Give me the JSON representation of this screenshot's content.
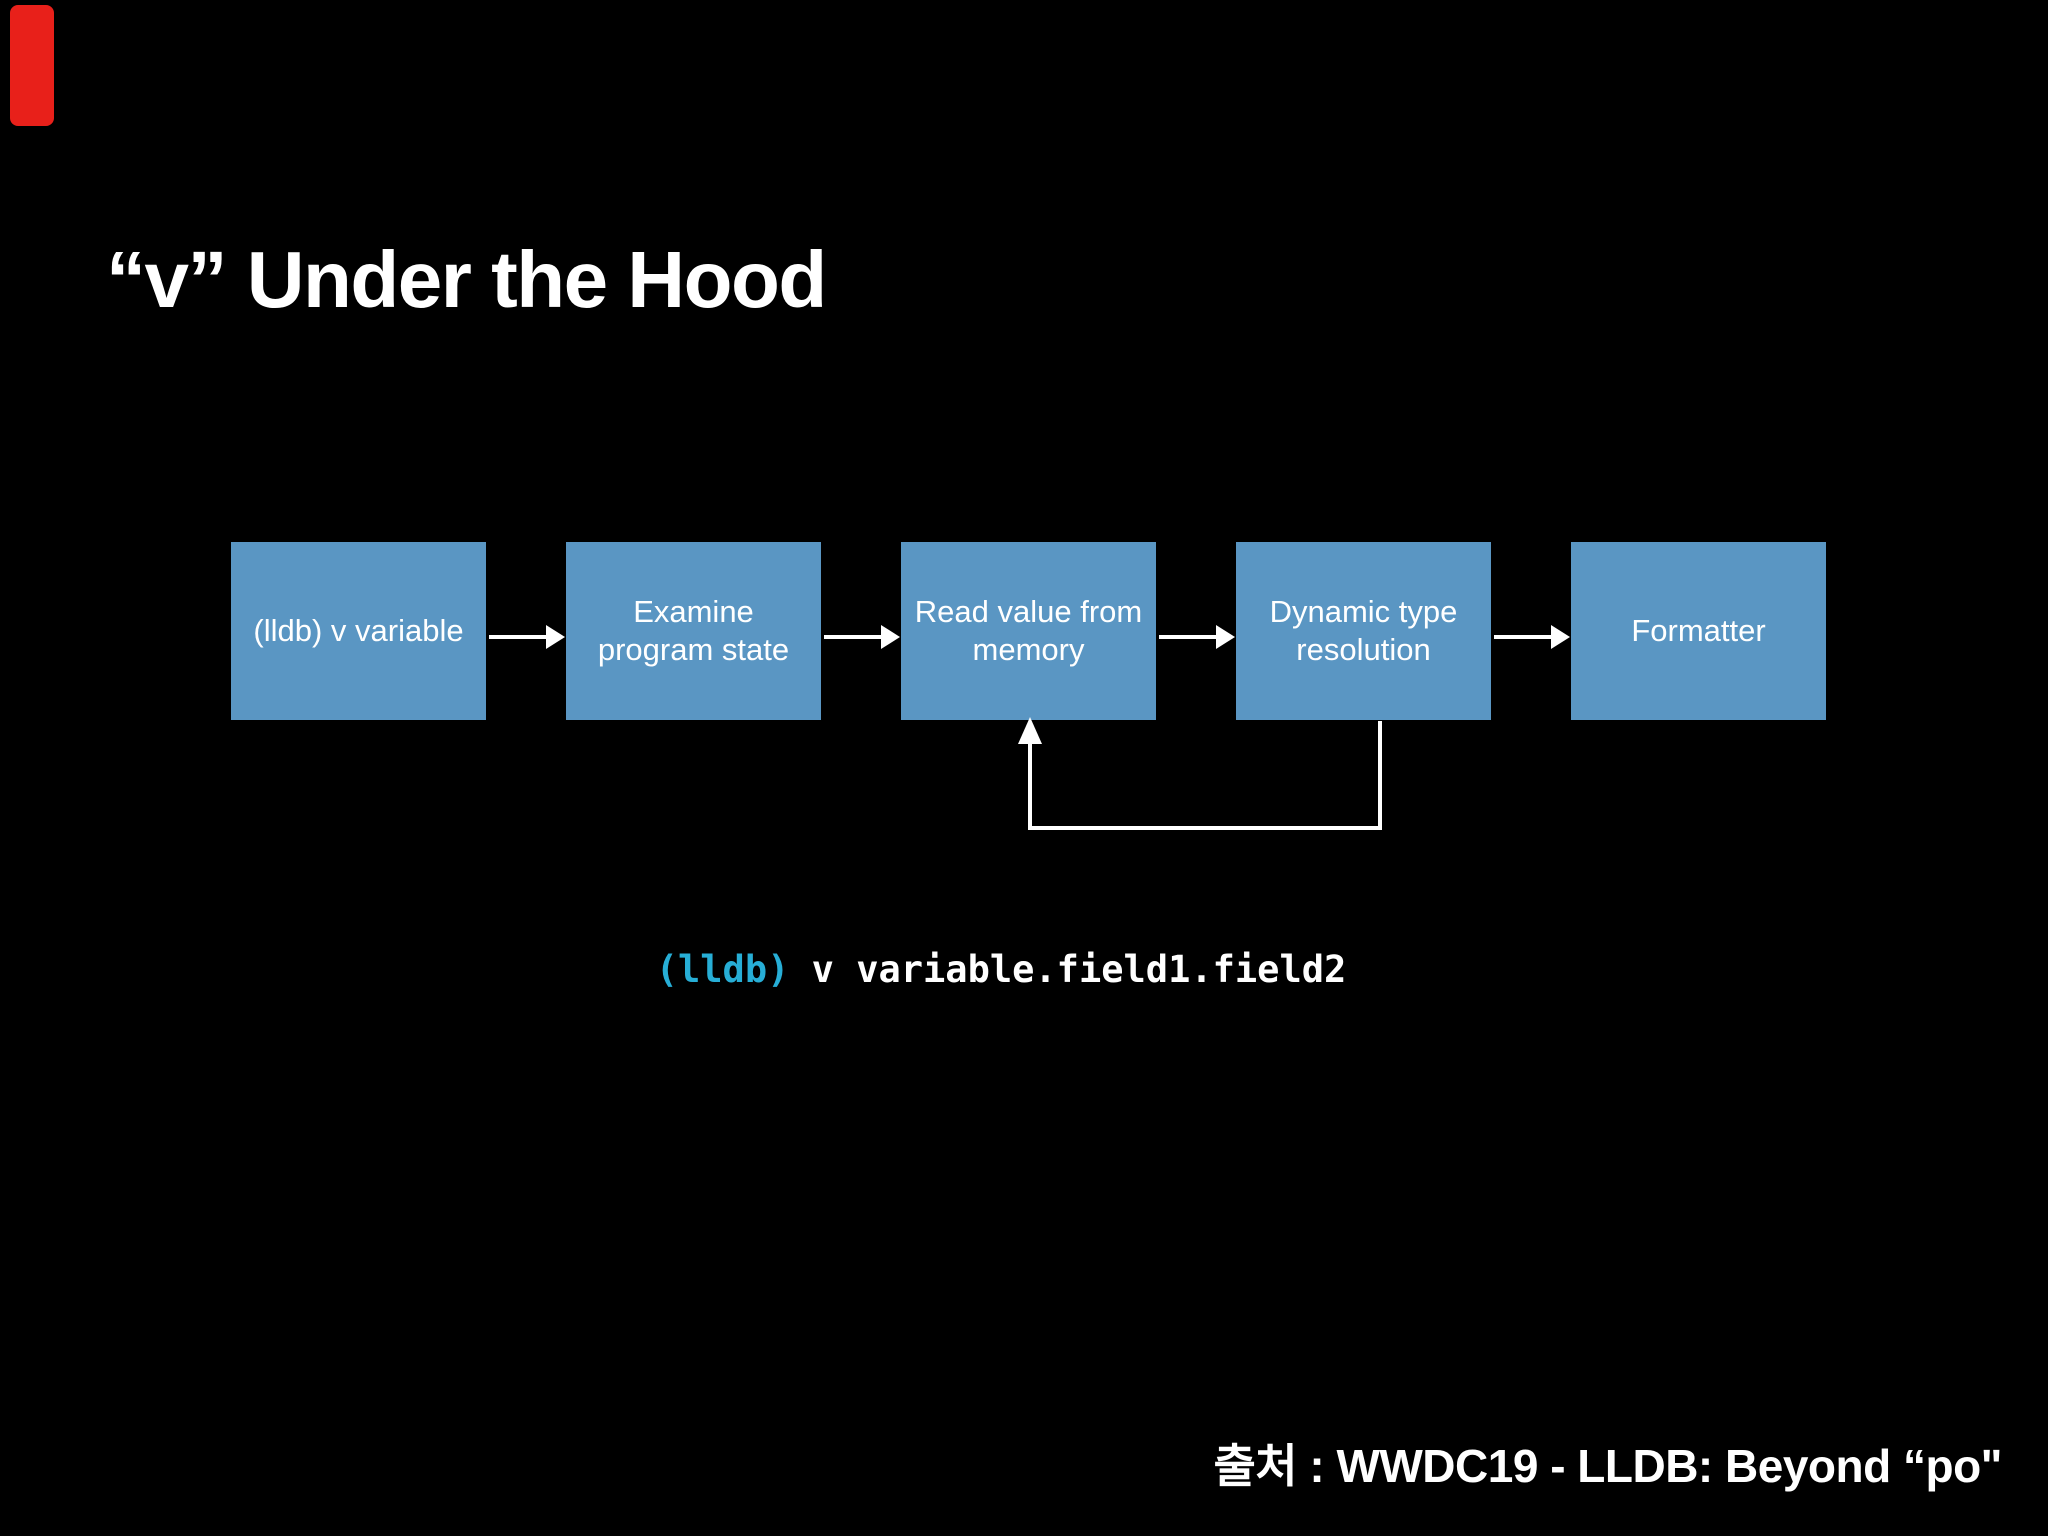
{
  "slide": {
    "background_color": "#000000",
    "title": "“v” Under the Hood",
    "source_credit": "출처 : WWDC19 - LLDB: Beyond “po\""
  },
  "red_marker": {
    "color": "#e8201a"
  },
  "diagram": {
    "box_fill_color": "#5a96c3",
    "box_text_color": "#ffffff",
    "arrow_color": "#ffffff",
    "boxes": [
      {
        "name": "lldb-v-variable",
        "lines": [
          "(lldb) v variable"
        ]
      },
      {
        "name": "examine-program-state",
        "lines": [
          "Examine",
          "program state"
        ]
      },
      {
        "name": "read-value-from-memory",
        "lines": [
          "Read value from",
          "memory"
        ]
      },
      {
        "name": "dynamic-type-resolution",
        "lines": [
          "Dynamic type",
          "resolution"
        ]
      },
      {
        "name": "formatter",
        "lines": [
          "Formatter"
        ]
      }
    ],
    "connections": [
      {
        "from": "lldb-v-variable",
        "to": "examine-program-state",
        "type": "forward"
      },
      {
        "from": "examine-program-state",
        "to": "read-value-from-memory",
        "type": "forward"
      },
      {
        "from": "read-value-from-memory",
        "to": "dynamic-type-resolution",
        "type": "forward"
      },
      {
        "from": "dynamic-type-resolution",
        "to": "formatter",
        "type": "forward"
      },
      {
        "from": "dynamic-type-resolution",
        "to": "read-value-from-memory",
        "type": "loop-back"
      }
    ]
  },
  "code_line": {
    "prompt": "(lldb)",
    "prompt_color": "#27aed6",
    "command": " v variable.field1.field2"
  }
}
